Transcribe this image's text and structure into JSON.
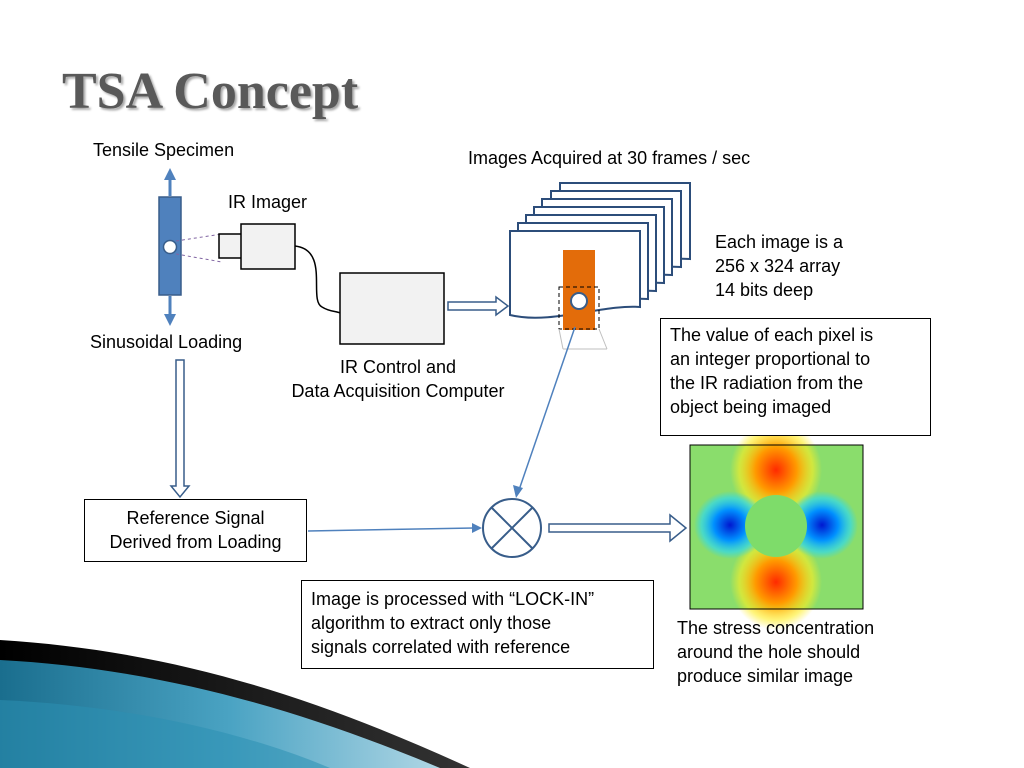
{
  "title": "TSA Concept",
  "labels": {
    "specimen": "Tensile Specimen",
    "imager": "IR Imager",
    "loading": "Sinusoidal Loading",
    "computer": "IR Control and\nData Acquisition Computer",
    "frames": "Images Acquired at 30 frames / sec",
    "array": "Each image is a\n256 x 324 array\n14 bits deep",
    "stress": "The stress concentration\naround the hole should\nproduce similar image"
  },
  "boxes": {
    "pixel_value": "The value of each pixel is\nan integer  proportional to\nthe IR radiation from the\nobject being imaged",
    "reference": "Reference Signal\nDerived from Loading",
    "lockin": "Image is processed with “LOCK-IN”\nalgorithm to extract only those\nsignals  correlated with reference"
  },
  "colors": {
    "specimen": "#4f81bd",
    "stroke": "#385d8a",
    "frame_hot": "#e36c0a",
    "title": "#595959"
  }
}
